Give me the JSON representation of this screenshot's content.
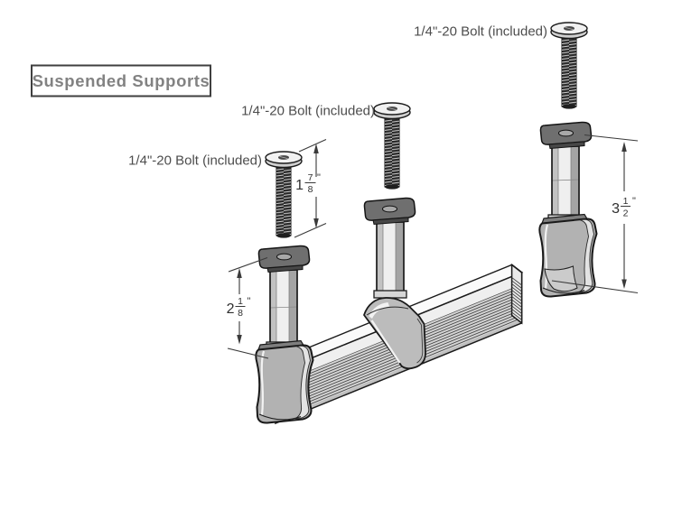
{
  "title": "Suspended Supports",
  "bolt_labels": {
    "top": "1/4\"-20 Bolt (included)",
    "middle": "1/4\"-20 Bolt (included)",
    "left": "1/4\"-20 Bolt (included)"
  },
  "dimensions": {
    "bolt_length": {
      "whole": "1",
      "numerator": "7",
      "denominator": "8",
      "unit": "\""
    },
    "left_support_post_height": {
      "whole": "2",
      "numerator": "1",
      "denominator": "8",
      "unit": "\""
    },
    "right_support_height": {
      "whole": "3",
      "numerator": "1",
      "denominator": "2",
      "unit": "\""
    }
  },
  "colors": {
    "line": "#1a1a1a",
    "label_text": "#4d4d4d",
    "title_text": "#828282",
    "title_border": "#3f3f3f",
    "support_gray": "#b2b2b2",
    "background": "#ffffff"
  }
}
